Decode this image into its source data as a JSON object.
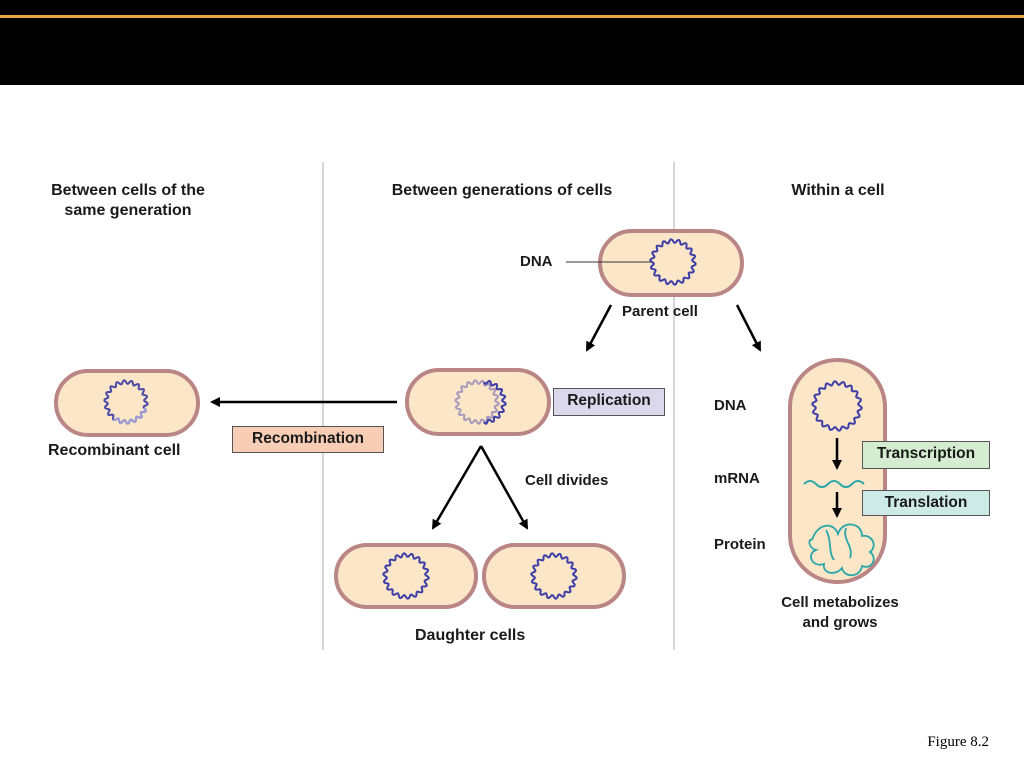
{
  "sections": {
    "left_heading": "Between cells of the\nsame generation",
    "middle_heading": "Between generations of cells",
    "right_heading": "Within a cell"
  },
  "labels": {
    "dna_parent": "DNA",
    "parent_cell": "Parent cell",
    "recombinant_cell": "Recombinant cell",
    "cell_divides": "Cell divides",
    "daughter_cells": "Daughter cells",
    "dna_right": "DNA",
    "mrna": "mRNA",
    "protein": "Protein",
    "cell_metabolizes": "Cell metabolizes\nand grows"
  },
  "process_boxes": {
    "replication": "Replication",
    "recombination": "Recombination",
    "transcription": "Transcription",
    "translation": "Translation"
  },
  "figure_caption": "Figure 8.2",
  "colors": {
    "header_bar": "#000000",
    "header_rule": "#e8a640",
    "cell_fill": "#fbe6c8",
    "cell_border": "#b98585",
    "dna": "#3d3da8",
    "replication_box": "#dcd8ec",
    "recombination_box": "#f7cdb5",
    "transcription_box": "#d4ecd0",
    "translation_box": "#cdeae6",
    "mrna_protein": "#2aa6a6"
  }
}
